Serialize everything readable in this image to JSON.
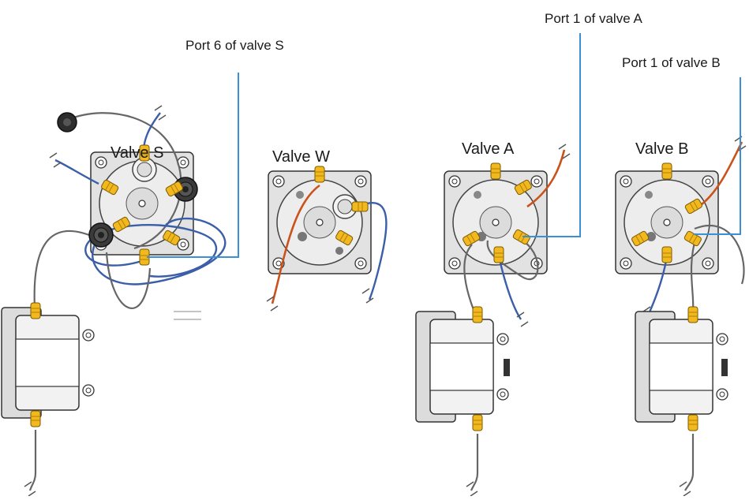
{
  "callouts": {
    "port6_valve_s": "Port 6 of valve S",
    "port1_valve_a": "Port 1 of valve A",
    "port1_valve_b": "Port 1 of valve B"
  },
  "valves": {
    "s": "Valve S",
    "w": "Valve W",
    "a": "Valve A",
    "b": "Valve B"
  },
  "colors": {
    "callout_line": "#3b8fd4",
    "fitting": "#f2b81f",
    "tube_blue": "#3b5ea8",
    "tube_orange": "#c9531b",
    "tube_gray": "#666666",
    "body": "#e2e2e2"
  }
}
